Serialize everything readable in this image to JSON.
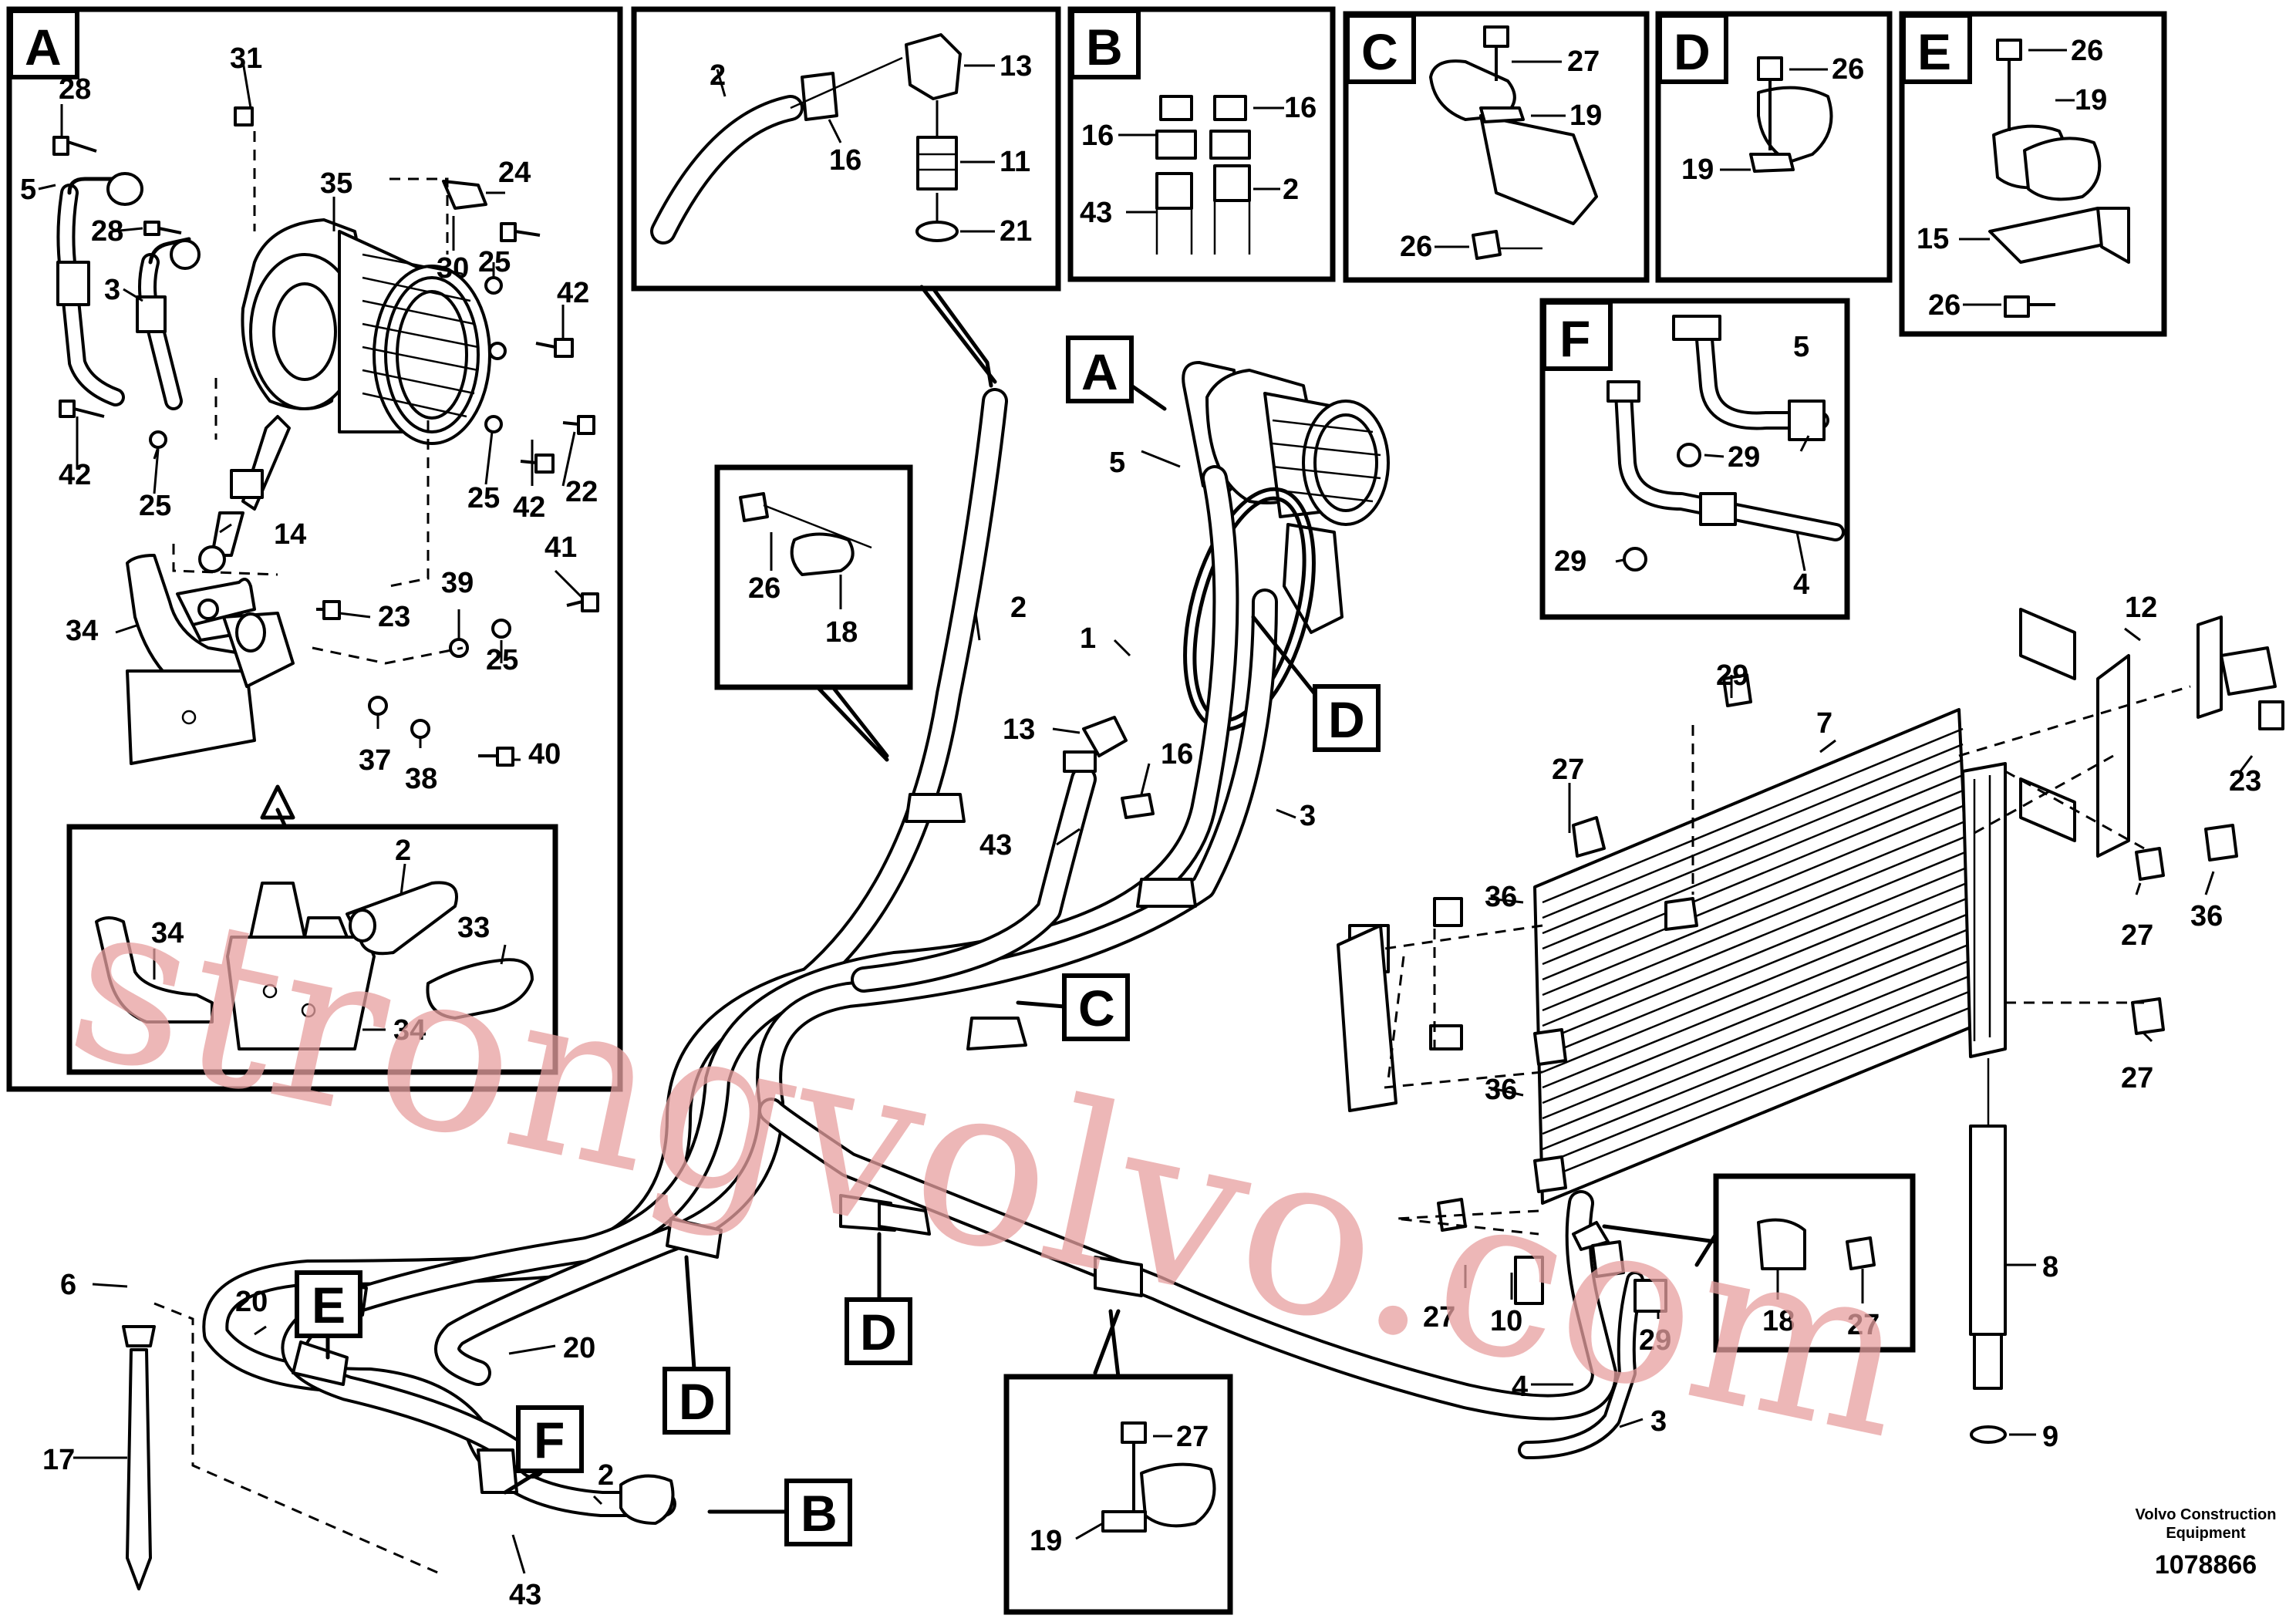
{
  "panels": {
    "A": "A",
    "B": "B",
    "C": "C",
    "D": "D",
    "E": "E",
    "F": "F"
  },
  "callouts": [
    {
      "id": "callout-a-main",
      "text": "A"
    },
    {
      "id": "callout-d-1",
      "text": "D"
    },
    {
      "id": "callout-c-1",
      "text": "C"
    },
    {
      "id": "callout-d-2",
      "text": "D"
    },
    {
      "id": "callout-d-3",
      "text": "D"
    },
    {
      "id": "callout-e-1",
      "text": "E"
    },
    {
      "id": "callout-f-1",
      "text": "F"
    },
    {
      "id": "callout-b-1",
      "text": "B"
    }
  ],
  "labels": {
    "a31": "31",
    "a28a": "28",
    "a24": "24",
    "a35": "35",
    "a5": "5",
    "a28b": "28",
    "a30": "30",
    "a25a": "25",
    "a3": "3",
    "a42a": "42",
    "a42b": "42",
    "a25b": "25",
    "a25c": "25",
    "a42c": "42",
    "a22": "22",
    "a14": "14",
    "a41": "41",
    "a39": "39",
    "a34a": "34",
    "a23": "23",
    "a25d": "25",
    "a37": "37",
    "a38": "38",
    "a40": "40",
    "a34b": "34",
    "a33": "33",
    "a2": "2",
    "a34c": "34",
    "h2": "2",
    "h16": "16",
    "h13": "13",
    "h11": "11",
    "h21": "21",
    "b16a": "16",
    "b16b": "16",
    "b43": "43",
    "b2": "2",
    "c27": "27",
    "c19": "19",
    "c26": "26",
    "d26a": "26",
    "d19": "19",
    "e26a": "26",
    "e19": "19",
    "e15": "15",
    "e26b": "26",
    "f5": "5",
    "f29a": "29",
    "f29b": "29",
    "f4": "4",
    "m26": "26",
    "m18": "18",
    "m2": "2",
    "m5": "5",
    "m1": "1",
    "m13": "13",
    "m16": "16",
    "m43": "43",
    "m3": "3",
    "m12": "12",
    "m29a": "29",
    "m7": "7",
    "m27a": "27",
    "m36a": "36",
    "m23": "23",
    "m27b": "27",
    "m36b": "36",
    "m27c": "27",
    "m36c": "36",
    "m27d": "27",
    "m10": "10",
    "m29b": "29",
    "m18b": "18",
    "m27e": "27",
    "m8": "8",
    "m4": "4",
    "m3b": "3",
    "m9": "9",
    "m6": "6",
    "m17": "17",
    "m20a": "20",
    "m20b": "20",
    "m2b": "2",
    "m43b": "43",
    "m27f": "27",
    "m19": "19"
  },
  "watermark": "strongvolvo.com",
  "brand": {
    "line1": "Volvo Construction",
    "line2": "Equipment"
  },
  "doc_number": "1078866"
}
